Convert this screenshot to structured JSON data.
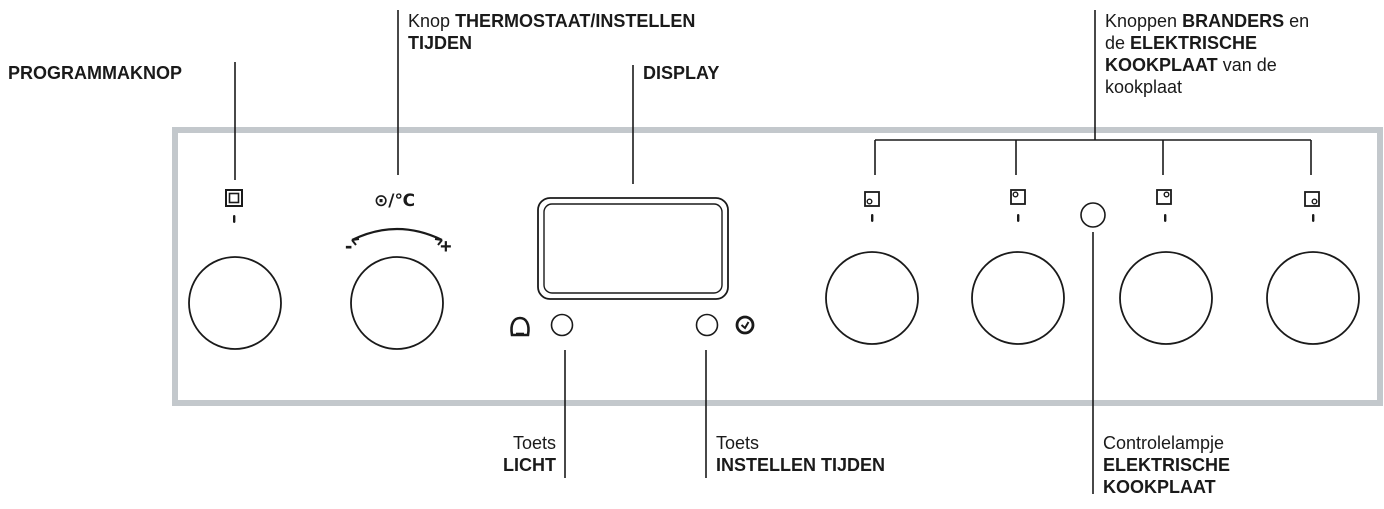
{
  "labels": {
    "program_knob": "PROGRAMMAKNOP",
    "thermostat_prefix": "Knop",
    "thermostat_bold1": "THERMOSTAAT/INSTELLEN",
    "thermostat_bold2": "TIJDEN",
    "display": "DISPLAY",
    "burners_prefix": "Knoppen",
    "burners_bold1": "BRANDERS",
    "burners_en": "en",
    "burners_de": "de",
    "burners_bold2": "ELEKTRISCHE",
    "burners_bold3": "KOOKPLAAT",
    "burners_suffix1": "van de",
    "burners_suffix2": "kookplaat",
    "light_prefix": "Toets",
    "light_bold": "LICHT",
    "timer_prefix": "Toets",
    "timer_bold": "INSTELLEN TIJDEN",
    "pilot_prefix": "Controlelampje",
    "pilot_bold1": "ELEKTRISCHE",
    "pilot_bold2": "KOOKPLAAT"
  },
  "symbols": {
    "thermostat": "⊙/℃",
    "minus": "-",
    "plus": "+"
  },
  "icons": {
    "program": "square-icon",
    "light": "bulb-icon",
    "timer": "clock-icon"
  },
  "colors": {
    "panel_border": "#c3c8cc",
    "line": "#1a1a1a"
  }
}
